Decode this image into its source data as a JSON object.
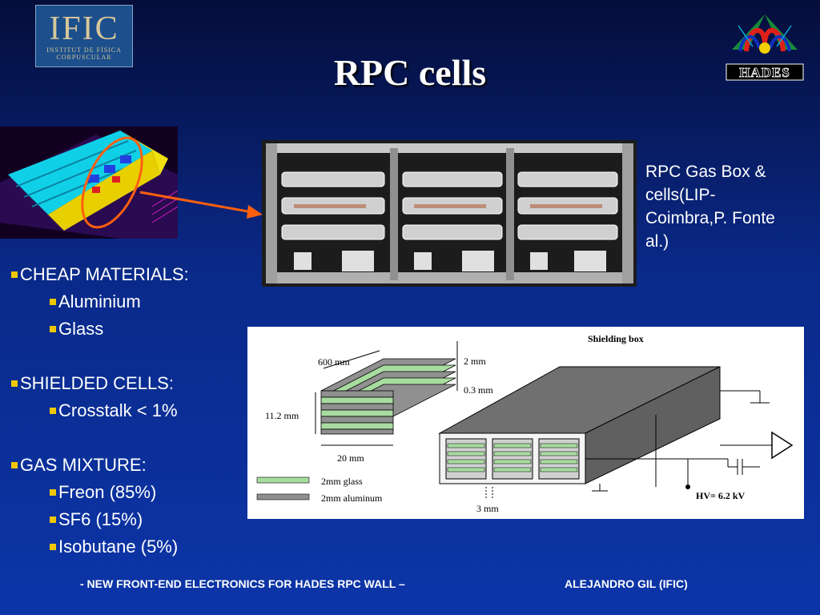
{
  "slide": {
    "title": "RPC cells",
    "photo_caption": "RPC Gas Box &\ncells(LIP-\nCoimbra,P. Fonte\nal.)"
  },
  "logos": {
    "ific_main": "IFIC",
    "ific_line1": "INSTITUT DE FÍSICA",
    "ific_line2": "CORPUSCULAR",
    "hades_text": "HADES"
  },
  "bullets": [
    {
      "text": "CHEAP MATERIALS:",
      "level": 1
    },
    {
      "text": "Aluminium",
      "level": 2
    },
    {
      "text": "Glass",
      "level": 2
    },
    {
      "text": "SHIELDED CELLS:",
      "level": 1
    },
    {
      "text": "Crosstalk < 1%",
      "level": 2
    },
    {
      "text": "GAS MIXTURE:",
      "level": 1
    },
    {
      "text": "Freon (85%)",
      "level": 2
    },
    {
      "text": "SF6 (15%)",
      "level": 2
    },
    {
      "text": "Isobutane (5%)",
      "level": 2
    }
  ],
  "diagram": {
    "shielding_box": "Shielding box",
    "dim_600": "600 mm",
    "dim_2mm": "2 mm",
    "dim_03mm": "0.3 mm",
    "dim_112": "11.2 mm",
    "dim_20": "20 mm",
    "dim_3mm": "3 mm",
    "legend_glass": "2mm  glass",
    "legend_alu": "2mm  aluminum",
    "hv": "HV= 6.2 kV"
  },
  "footer": {
    "left": "- NEW FRONT-END ELECTRONICS FOR HADES RPC WALL –",
    "right": "ALEJANDRO GIL (IFIC)"
  },
  "colors": {
    "bullet": "#f0c800",
    "arrow": "#ff6010",
    "glass": "#a8dca0",
    "aluminum": "#909090"
  }
}
